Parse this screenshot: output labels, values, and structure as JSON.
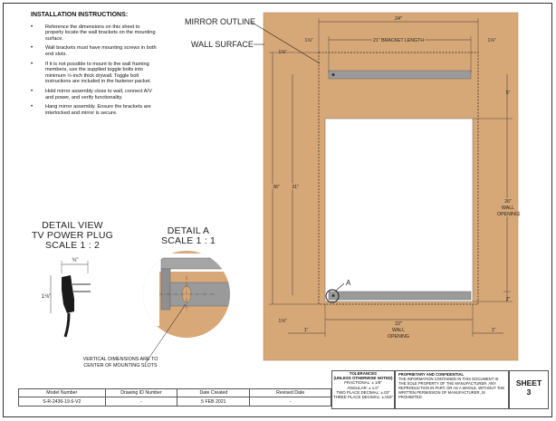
{
  "instructions": {
    "title": "INSTALLATION INSTRUCTIONS:",
    "items": [
      "Reference the dimensions on this sheet to properly locate the wall brackets on the mounting surface.",
      "Wall brackets must have mounting screws in both end slots.",
      "If it is not possible to mount to the wall framing members, use the supplied toggle bolts into minimum ½-inch thick drywall. Toggle bolt instructions are included in the fastener packet.",
      "Hold mirror assembly close to wall, connect A/V and power, and verify functionality.",
      "Hang mirror assembly.  Ensure the brackets are interlocked and mirror is secure."
    ]
  },
  "labels": {
    "mirror_outline": "MIRROR OUTLINE",
    "wall_surface": "WALL SURFACE",
    "detail_marker": "A"
  },
  "dims": {
    "overall_width": "24\"",
    "bracket_length": "21\" BRACKET LENGTH",
    "left_offset": "1⅛\"",
    "right_offset": "1⅛\"",
    "top_offset": "1⅝\"",
    "bottom_offset": "1⅝\"",
    "top_gap": "5\"",
    "bottom_gap": "2\"",
    "overall_height": "36\"",
    "bracket_spacing": "31\"",
    "wall_opening_height_value": "26\"",
    "wall_opening_height_l1": "WALL",
    "wall_opening_height_l2": "OPENING",
    "wall_opening_width_value": "22\"",
    "wall_opening_width_l1": "WALL",
    "wall_opening_width_l2": "OPENING",
    "left_side": "1\"",
    "right_side": "1\""
  },
  "detail_view": {
    "line1": "DETAIL VIEW",
    "line2": "TV POWER PLUG",
    "line3": "SCALE 1 : 2",
    "dim_w": "¾\"",
    "dim_h": "1⅛\""
  },
  "detail_a": {
    "line1": "DETAIL A",
    "line2": "SCALE 1 : 1"
  },
  "note_vertical": {
    "line1": "VERTICAL DIMENSIONS ARE TO",
    "line2": "CENTER OF MOUNTING SLOTS"
  },
  "title_block": {
    "headers": [
      "Model Number",
      "Drawing ID Number",
      "Date Created",
      "Revised Date"
    ],
    "values": [
      "S-R-2436-19.6-V2",
      "-",
      "5 FEB 2021",
      "-"
    ],
    "tolerances_title": "TOLERANCES",
    "tolerances_sub": "(UNLESS OTHERWISE NOTED)",
    "tol_lines": [
      "FRACTIONAL: ± 1/8\"",
      "ANGULAR: ± 1.0°",
      "TWO PLACE DECIMAL: ±.03\"",
      "THREE PLACE DECIMAL: ±.015\""
    ],
    "proprietary_title": "PROPRIETARY AND CONFIDENTIAL",
    "proprietary_text": "THE INFORMATION CONTAINED IN THIS DOCUMENT IS THE SOLE PROPERTY OF THE MANUFACTURER.  ANY REPRODUCTION IN PART, OR AS A WHOLE, WITHOUT THE WRITTEN PERMISSION OF MANUFACTURER, IS PROHIBITED.",
    "sheet_label": "SHEET",
    "sheet_number": "3"
  },
  "colors": {
    "wall": "#d7a877",
    "bracket": "#9a9a9a",
    "opening": "#ffffff"
  }
}
